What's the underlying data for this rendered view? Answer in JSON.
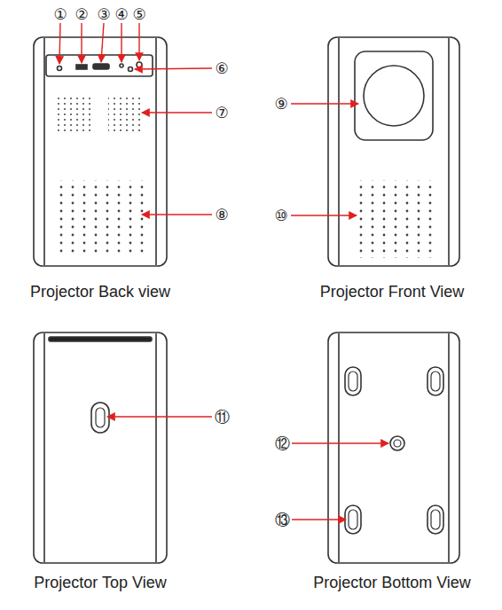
{
  "diagram": {
    "labels": [
      "①",
      "②",
      "③",
      "④",
      "⑤",
      "⑥",
      "⑦",
      "⑧",
      "Projector Back view",
      "⑨",
      "⑩",
      "Projector Front View",
      "⑪",
      "Projector Top View",
      "⑫",
      "⑬",
      "Projector Bottom View"
    ]
  }
}
